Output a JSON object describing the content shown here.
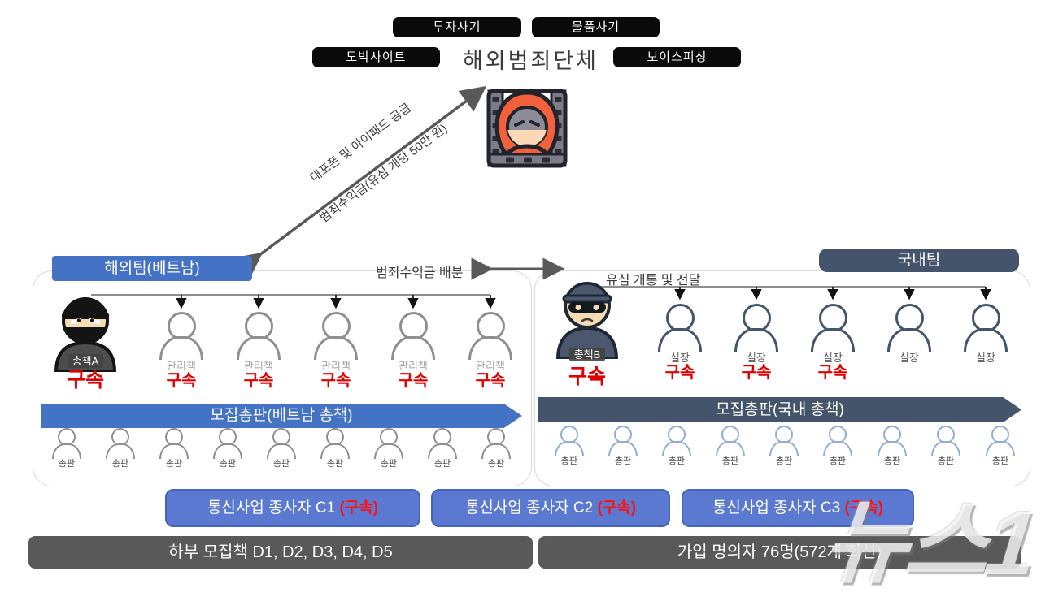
{
  "top": {
    "labels": [
      {
        "text": "투자사기"
      },
      {
        "text": "물품사기"
      },
      {
        "text": "도박사이트"
      },
      {
        "text": "보이스피싱"
      }
    ],
    "title": "해외범죄단체"
  },
  "supply": {
    "line1": "대포폰 및 아이패드 공급",
    "line2": "범죄수익금(유심 개당 50만 원)"
  },
  "notes": {
    "profit": "범죄수익금 배분",
    "sim": "유심 개통 및 전달"
  },
  "overseas": {
    "header": "해외팀(베트남)",
    "boss": {
      "name": "총책A",
      "status": "구속"
    },
    "managers": [
      {
        "role": "관리책",
        "status": "구속"
      },
      {
        "role": "관리책",
        "status": "구속"
      },
      {
        "role": "관리책",
        "status": "구속"
      },
      {
        "role": "관리책",
        "status": "구속"
      },
      {
        "role": "관리책",
        "status": "구속"
      }
    ],
    "banner": "모집총판(베트남 총책)",
    "agents": [
      "총판",
      "총판",
      "총판",
      "총판",
      "총판",
      "총판",
      "총판",
      "총판",
      "총판"
    ]
  },
  "domestic": {
    "header": "국내팀",
    "boss": {
      "name": "총책B",
      "status": "구속"
    },
    "managers": [
      {
        "role": "실장",
        "status": "구속"
      },
      {
        "role": "실장",
        "status": "구속"
      },
      {
        "role": "실장",
        "status": "구속"
      },
      {
        "role": "실장",
        "status": ""
      },
      {
        "role": "실장",
        "status": ""
      }
    ],
    "banner": "모집총판(국내 총책)",
    "agents": [
      "총판",
      "총판",
      "총판",
      "총판",
      "총판",
      "총판",
      "총판",
      "총판",
      "총판"
    ]
  },
  "bottom": {
    "telecom": [
      {
        "label": "통신사업 종사자 C1",
        "status": "(구속)"
      },
      {
        "label": "통신사업 종사자 C2",
        "status": "(구속)"
      },
      {
        "label": "통신사업 종사자 C3",
        "status": "(구속)"
      }
    ],
    "recruiter": "하부 모집책 D1, D2, D3, D4, D5",
    "subscriber": "가입 명의자 76명(572개 회선)"
  },
  "watermark": "뉴스1",
  "colors": {
    "accent_blue": "#4472C4",
    "slate": "#44546A",
    "arrest_red": "#E00000",
    "gray_box": "#595959",
    "black_box": "#0A0A0A"
  }
}
